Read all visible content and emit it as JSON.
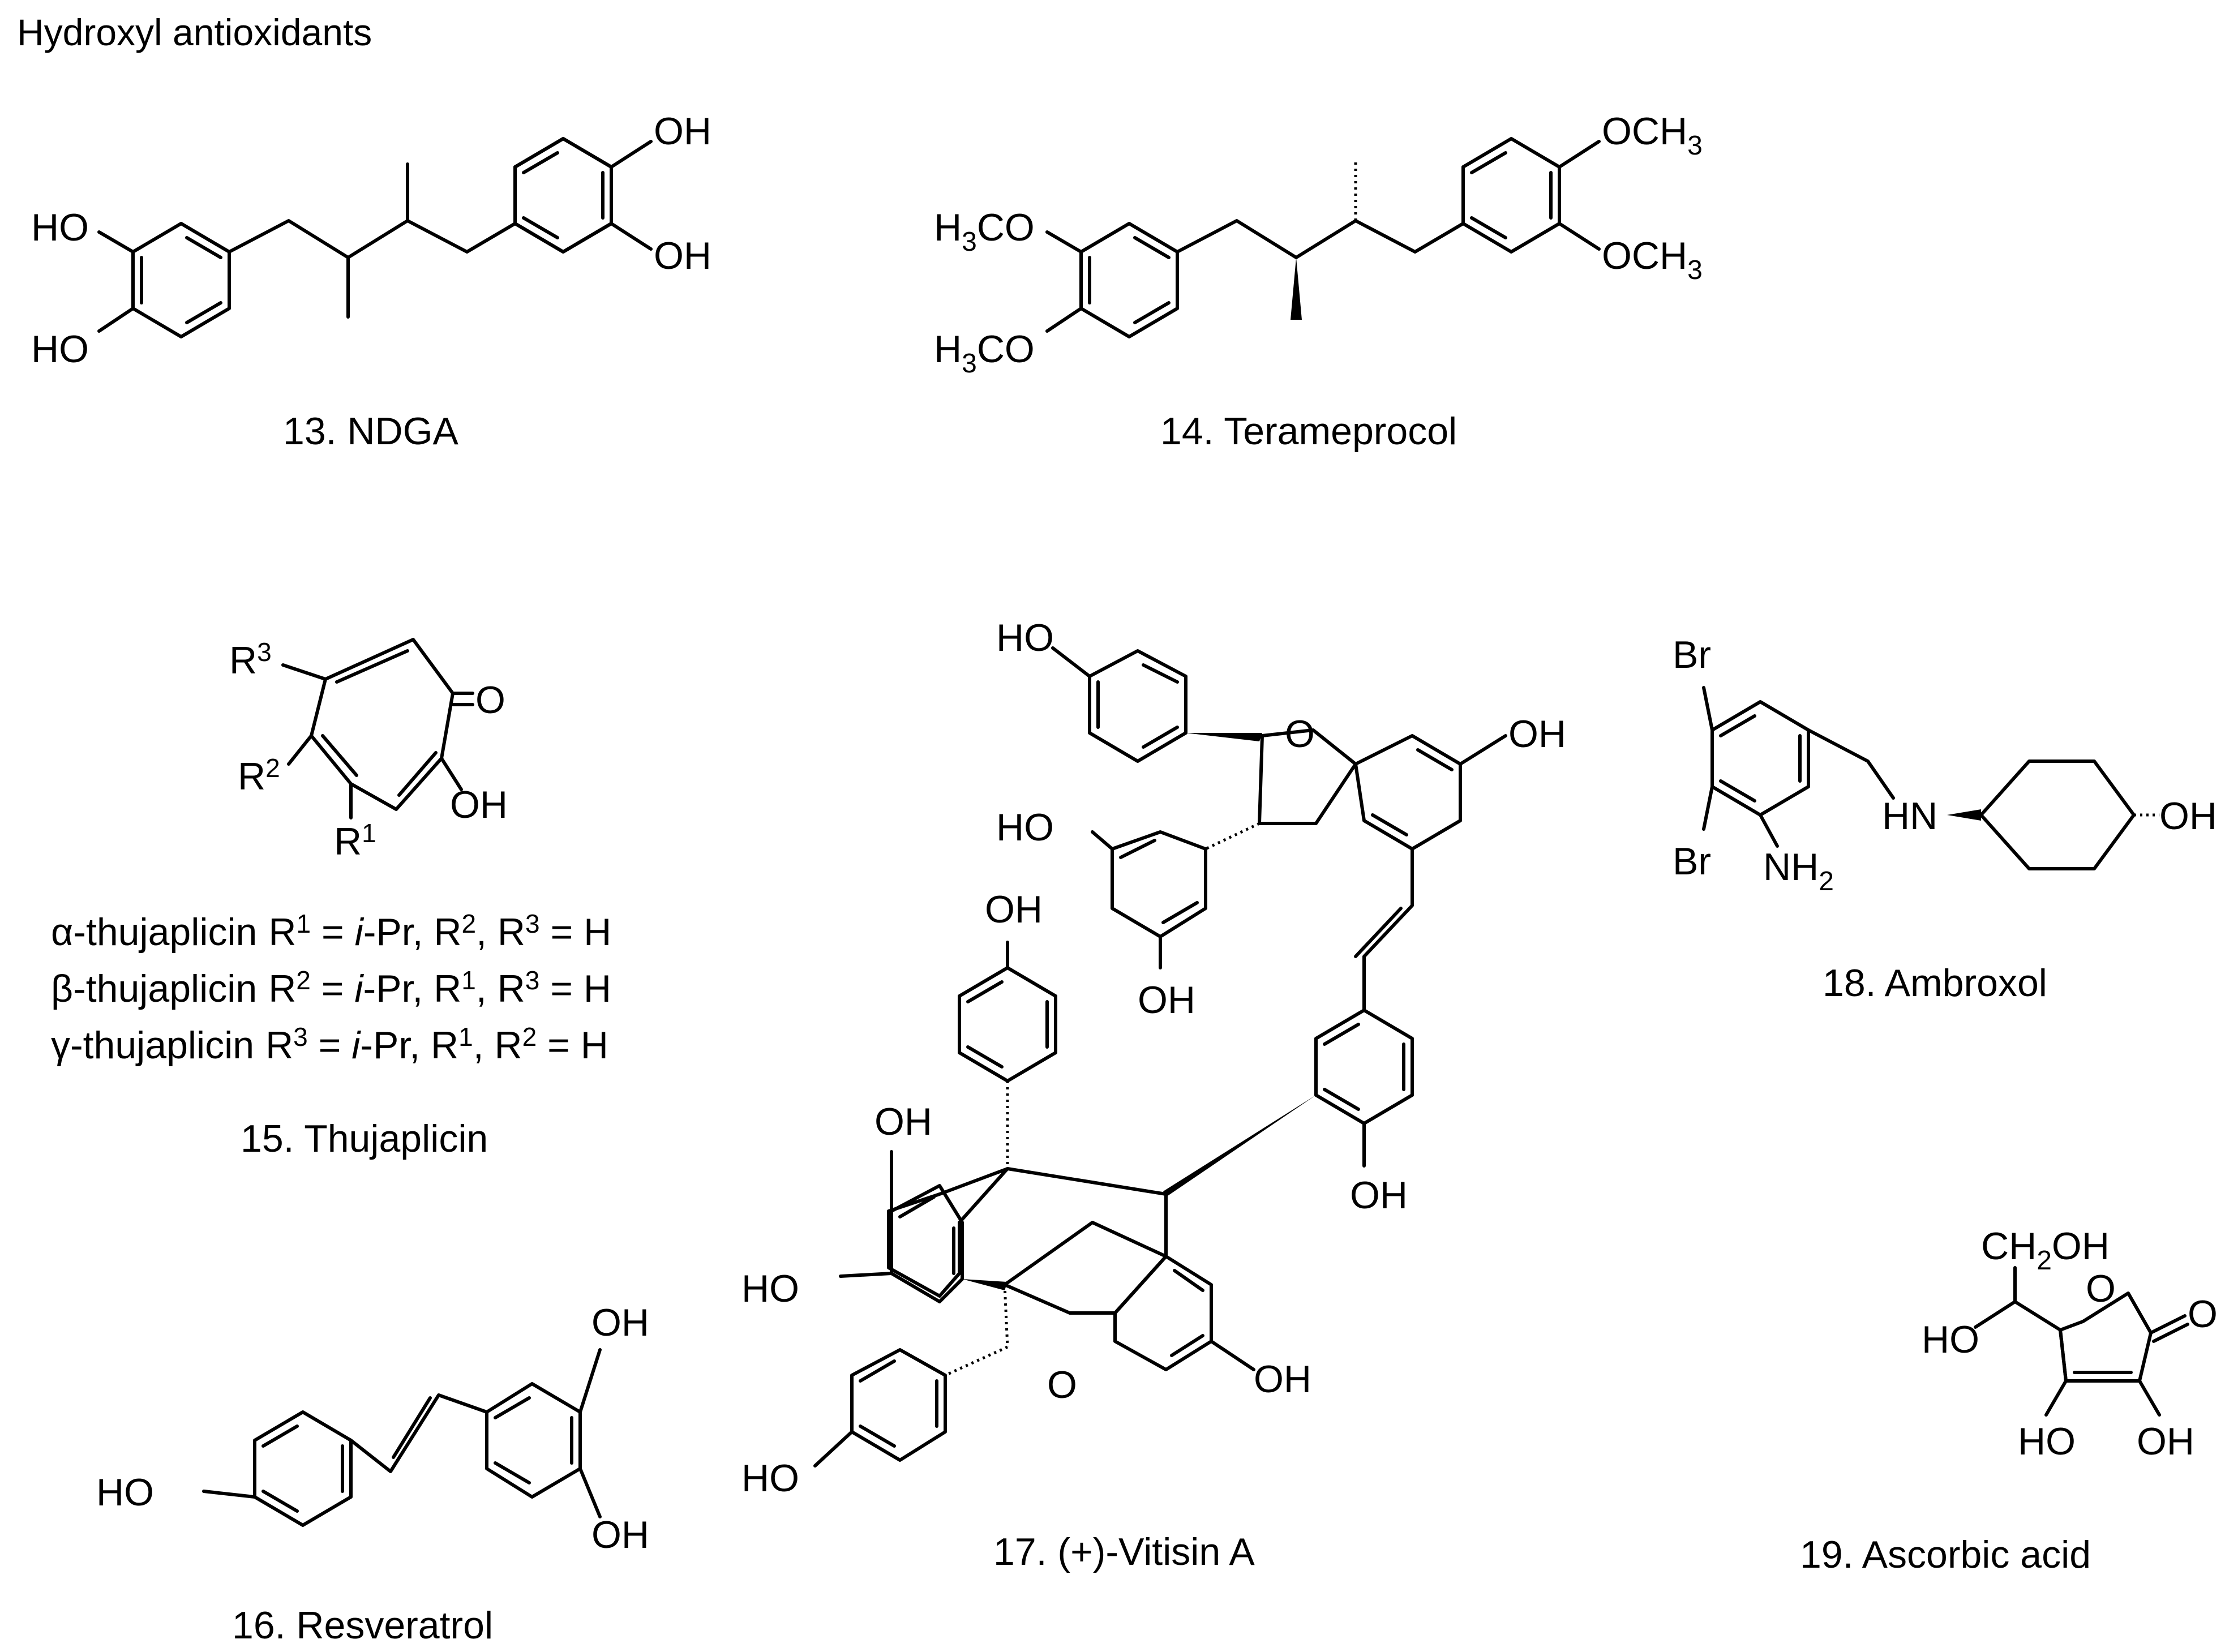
{
  "heading": "Hydroxyl antioxidants",
  "compounds": [
    {
      "caption": "13. NDGA"
    },
    {
      "caption": "14. Terameprocol"
    },
    {
      "caption": "15. Thujaplicin"
    },
    {
      "caption": "16. Resveratrol"
    },
    {
      "caption": "17. (+)-Vitisin A"
    },
    {
      "caption": "18. Ambroxol"
    },
    {
      "caption": "19. Ascorbic acid"
    }
  ],
  "groups": {
    "oh": "OH",
    "ho": "HO",
    "och3": "OCH",
    "h3co": "H",
    "co": "CO",
    "three": "3",
    "o": "O",
    "r": "R",
    "br": "Br",
    "hn": "HN",
    "nh": "NH",
    "two": "2",
    "ch2oh_c": "CH",
    "ch2oh_oh": "OH",
    "one": "1"
  },
  "thujaplicin_rows": [
    {
      "greek": "α",
      "name": "-thujaplicin",
      "r_main": "1",
      "ipr": "i",
      "rest": "-Pr, R",
      "r_a": "2",
      "sep": ", R",
      "r_b": "3",
      "tail": " = H"
    },
    {
      "greek": "β",
      "name": "-thujaplicin",
      "r_main": "2",
      "ipr": "i",
      "rest": "-Pr, R",
      "r_a": "1",
      "sep": ", R",
      "r_b": "3",
      "tail": " = H"
    },
    {
      "greek": "γ",
      "name": "-thujaplicin",
      "r_main": "3",
      "ipr": "i",
      "rest": "-Pr, R",
      "r_a": "1",
      "sep": ", R",
      "r_b": "2",
      "tail": " = H"
    }
  ],
  "colors": {
    "ink": "#000000",
    "background": "#ffffff"
  }
}
